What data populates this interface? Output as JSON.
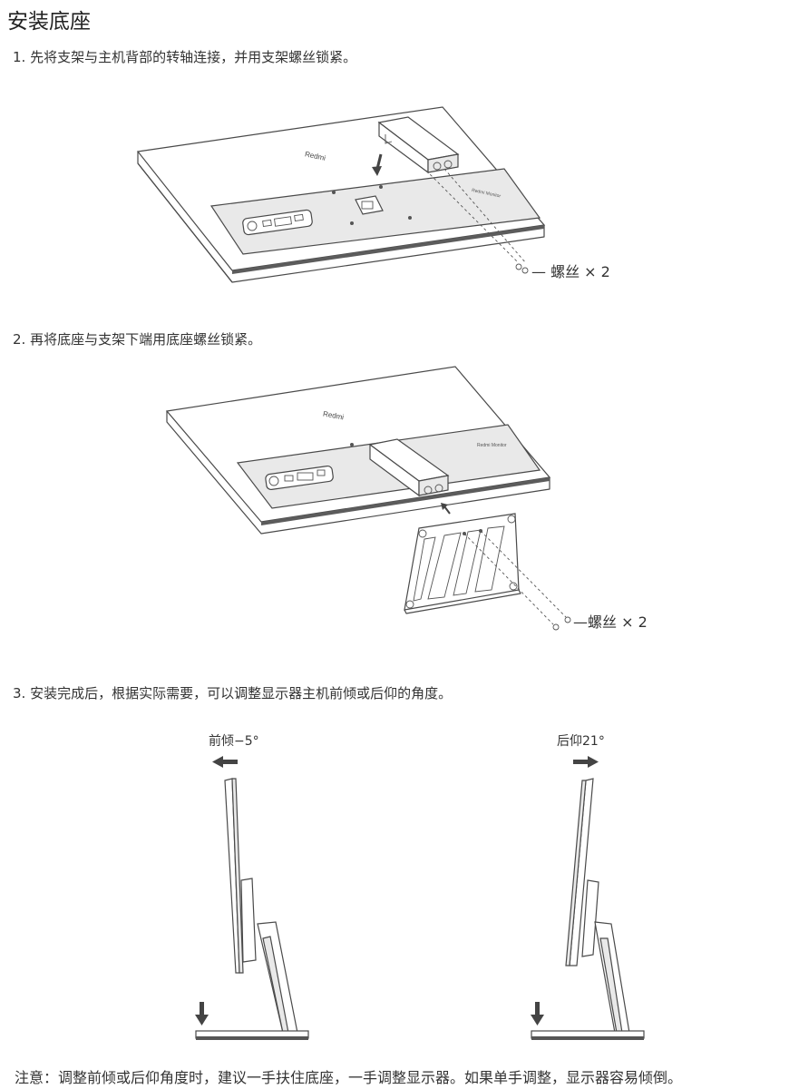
{
  "page_title": "安装底座",
  "steps": [
    "1. 先将支架与主机背部的转轴连接，并用支架螺丝锁紧。",
    "2. 再将底座与支架下端用底座螺丝锁紧。",
    "3. 安装完成后，根据实际需要，可以调整显示器主机前倾或后仰的角度。"
  ],
  "figure1": {
    "brand": "Redmi",
    "screw_label": "— 螺丝 × 2"
  },
  "figure2": {
    "brand": "Redmi",
    "screw_label": "—螺丝 × 2"
  },
  "figure3": {
    "forward_label": "前倾−5°",
    "backward_label": "后仰21°"
  },
  "note": "注意：调整前倾或后仰角度时，建议一手扶住底座，一手调整显示器。如果单手调整，显示器容易倾倒。"
}
